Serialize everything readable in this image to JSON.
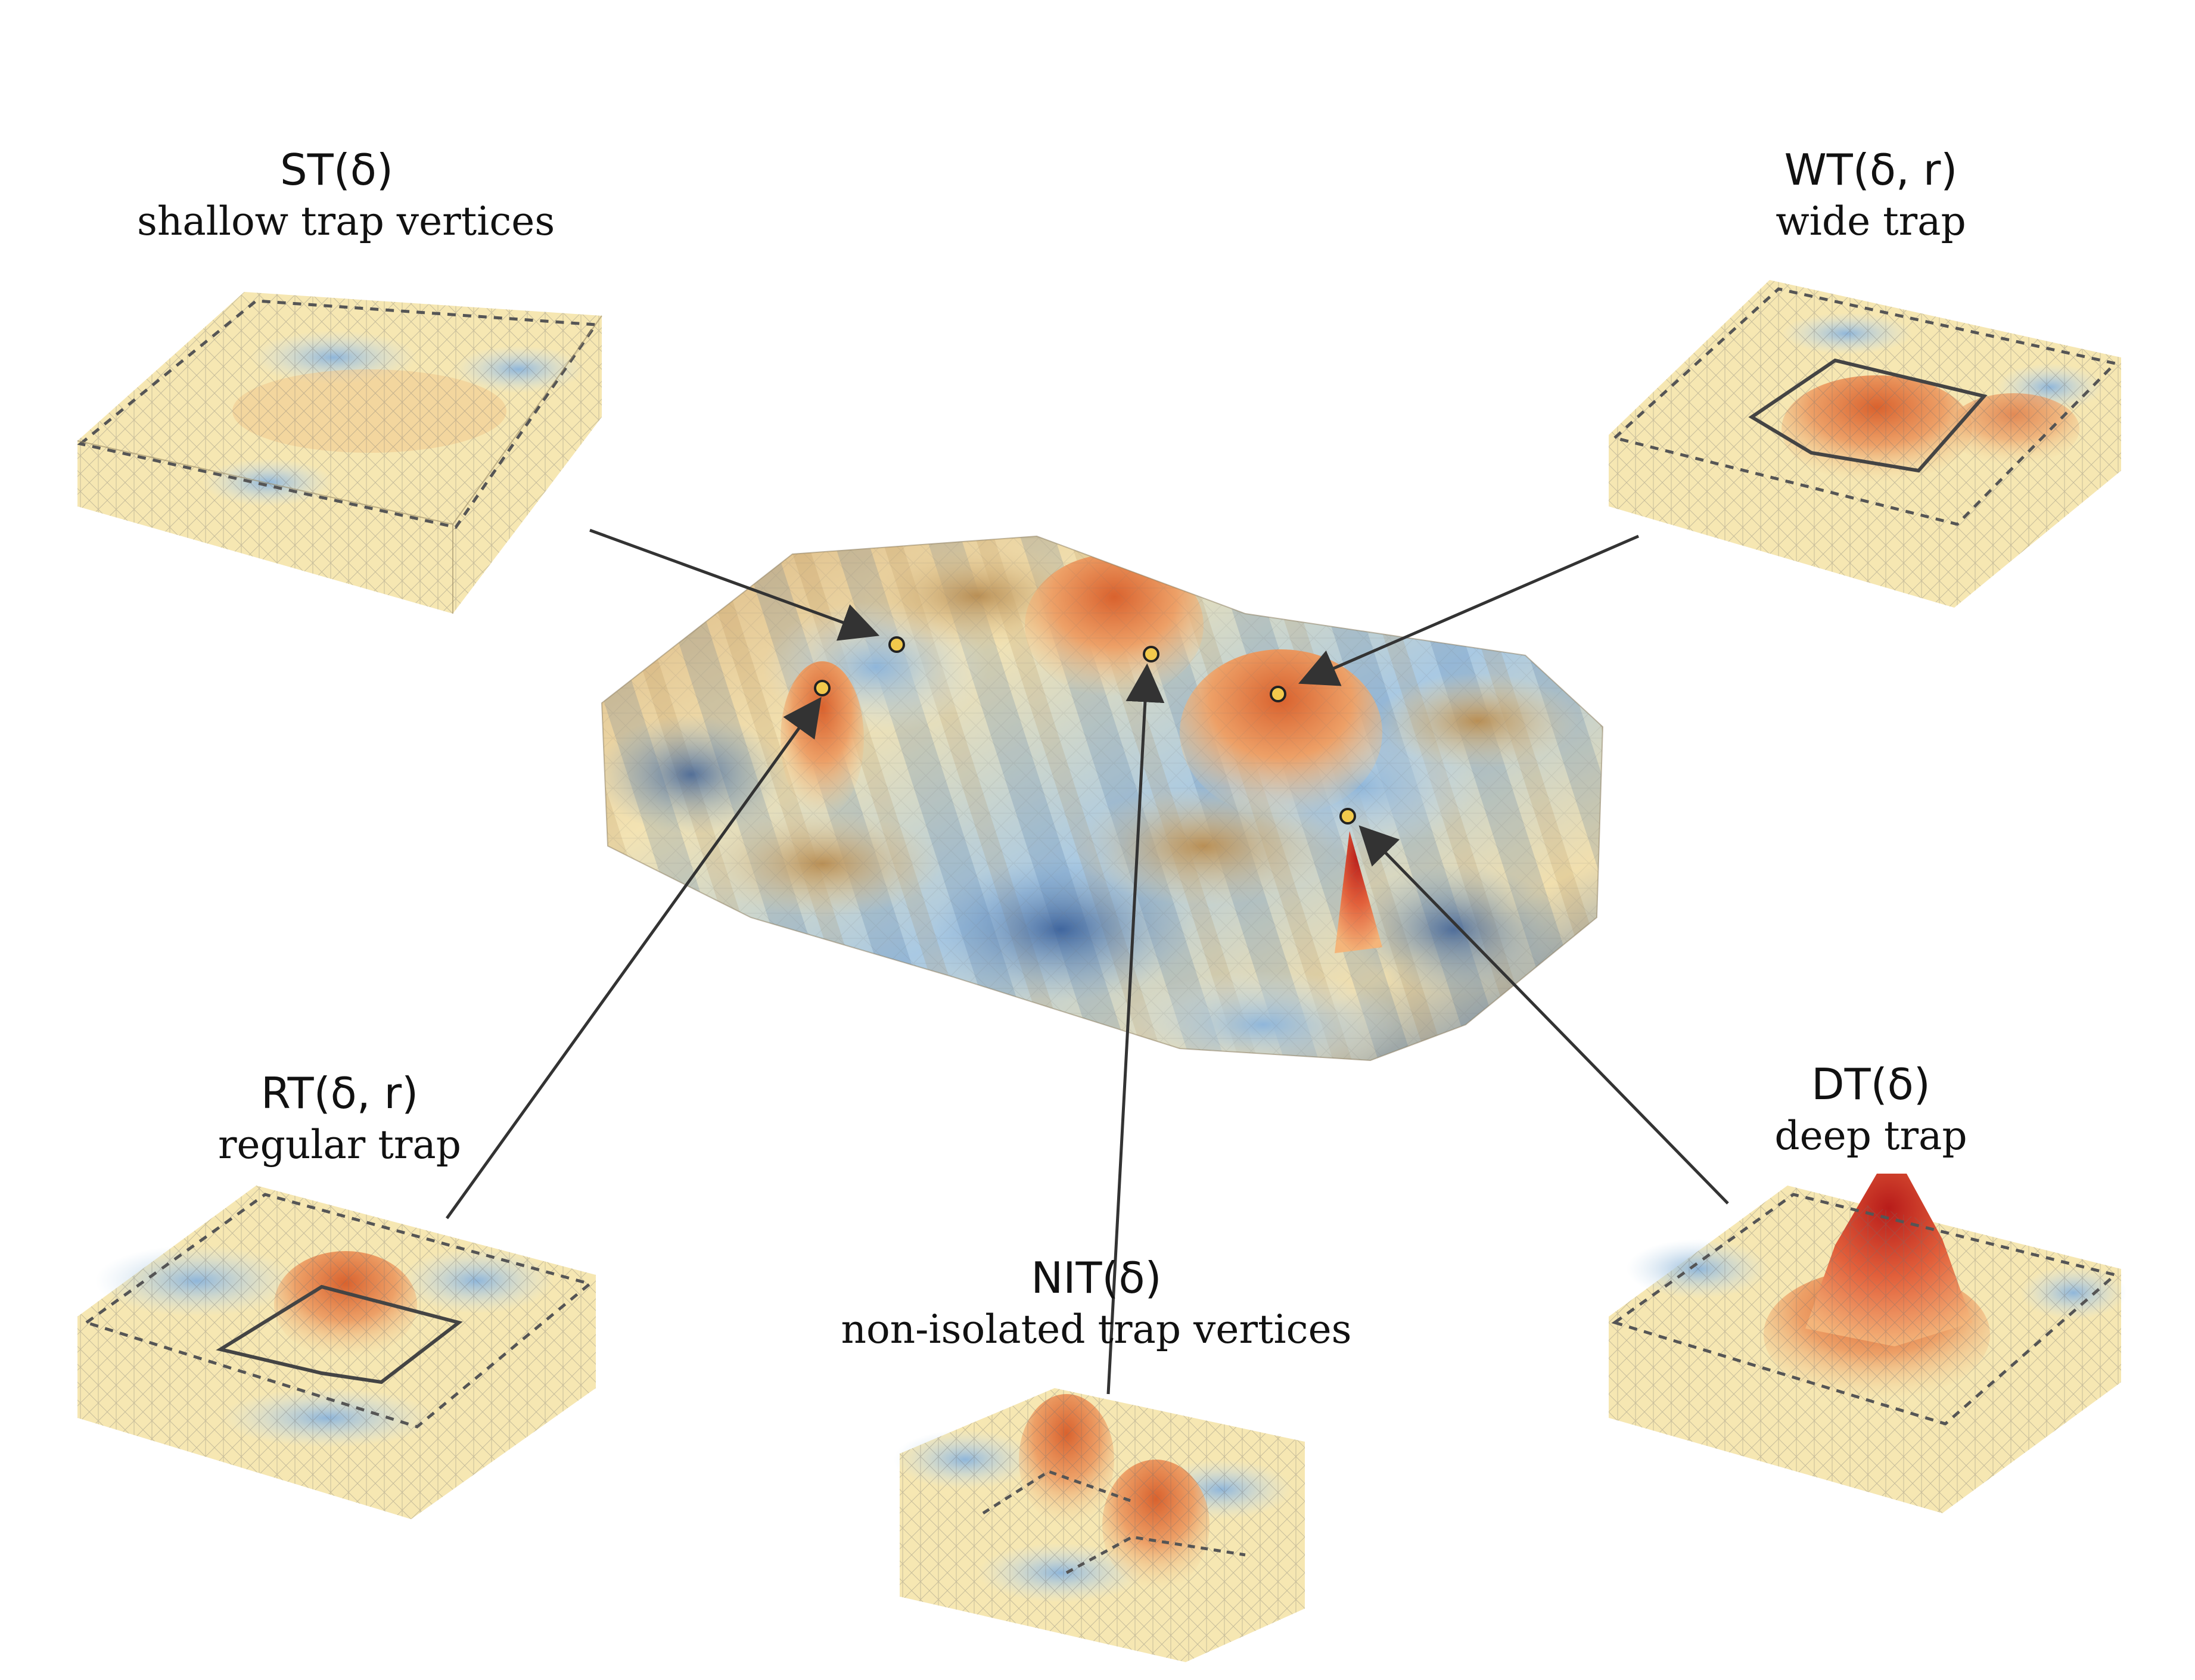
{
  "panels": [
    {
      "id": "st",
      "symbol": "ST(δ)",
      "description": "shallow trap vertices"
    },
    {
      "id": "wt",
      "symbol": "WT(δ, r)",
      "description": "wide trap"
    },
    {
      "id": "rt",
      "symbol": "RT(δ, r)",
      "description": "regular trap"
    },
    {
      "id": "nit",
      "symbol": "NIT(δ)",
      "description": "non-isolated trap vertices"
    },
    {
      "id": "dt",
      "symbol": "DT(δ)",
      "description": "deep trap"
    }
  ],
  "colors": {
    "background": "#ffffff",
    "surface_low": "#3f6aa8",
    "surface_mid_blue": "#bcd7ea",
    "surface_neutral": "#f7e8b5",
    "surface_tan": "#d8ad73",
    "surface_peak": "#e98f55",
    "surface_deep_peak": "#c8281f",
    "arrow": "#333333",
    "marker_fill": "#f2c94c",
    "dashed_boundary": "#555555"
  }
}
